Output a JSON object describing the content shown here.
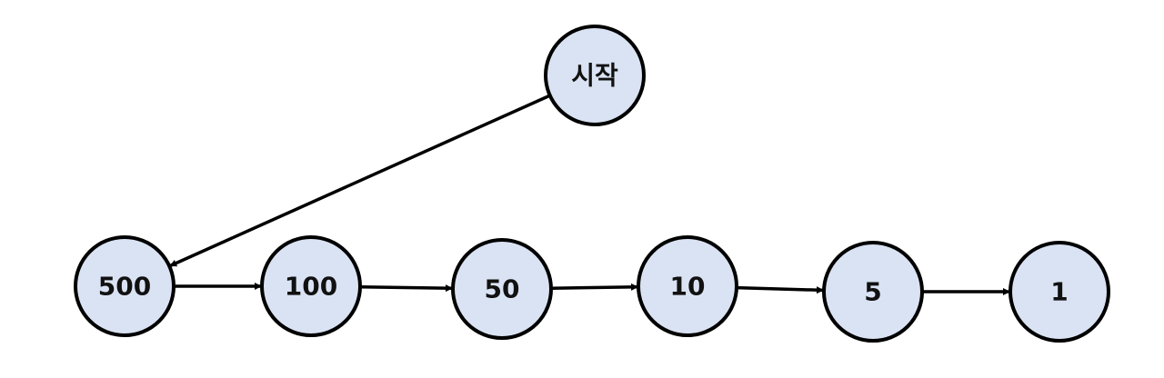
{
  "colors": {
    "node_fill": "#dae3f3",
    "node_stroke": "#000000",
    "edge_stroke": "#000000",
    "label_color": "#111111"
  },
  "nodes": {
    "start": {
      "label": "시작"
    },
    "n500": {
      "label": "500"
    },
    "n100": {
      "label": "100"
    },
    "n50": {
      "label": "50"
    },
    "n10": {
      "label": "10"
    },
    "n5": {
      "label": "5"
    },
    "n1": {
      "label": "1"
    }
  },
  "edges": [
    {
      "from": "start",
      "to": "n500"
    },
    {
      "from": "n500",
      "to": "n100"
    },
    {
      "from": "n100",
      "to": "n50"
    },
    {
      "from": "n50",
      "to": "n10"
    },
    {
      "from": "n10",
      "to": "n5"
    },
    {
      "from": "n5",
      "to": "n1"
    }
  ]
}
